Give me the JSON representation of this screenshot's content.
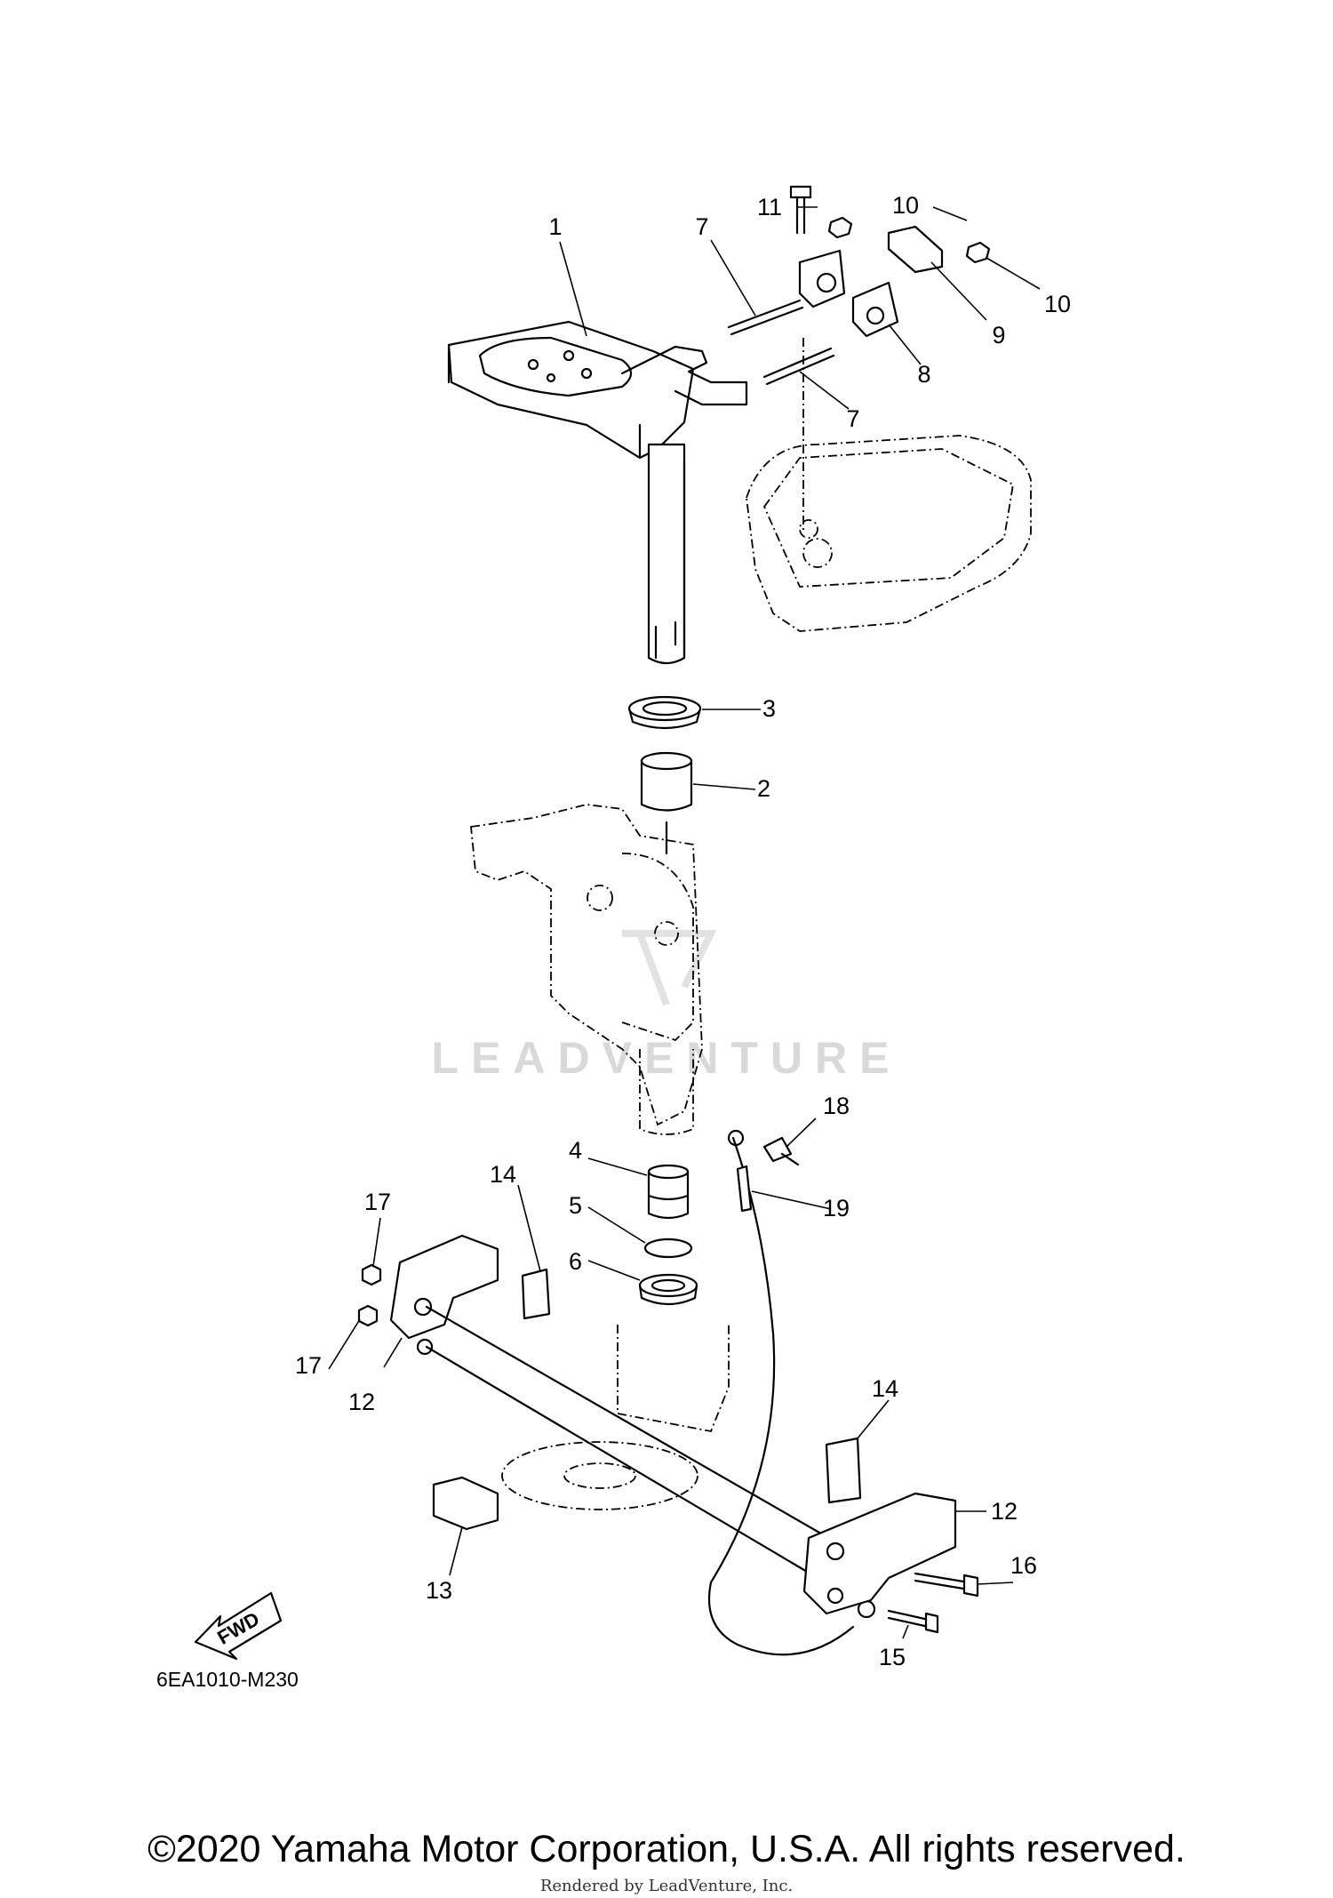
{
  "diagram": {
    "callouts": {
      "p1": "1",
      "p2": "2",
      "p3": "3",
      "p4": "4",
      "p5": "5",
      "p6": "6",
      "p7a": "7",
      "p7b": "7",
      "p8": "8",
      "p9": "9",
      "p10a": "10",
      "p10b": "10",
      "p11": "11",
      "p12a": "12",
      "p12b": "12",
      "p13": "13",
      "p14a": "14",
      "p14b": "14",
      "p15": "15",
      "p16": "16",
      "p17a": "17",
      "p17b": "17",
      "p18": "18",
      "p19": "19"
    },
    "watermark": "LEADVENTURE",
    "fwd_label": "FWD",
    "diagram_code": "6EA1010-M230"
  },
  "footer": {
    "copyright": "©2020 Yamaha Motor Corporation, U.S.A. All rights reserved.",
    "rendered_by": "Rendered by LeadVenture, Inc."
  }
}
